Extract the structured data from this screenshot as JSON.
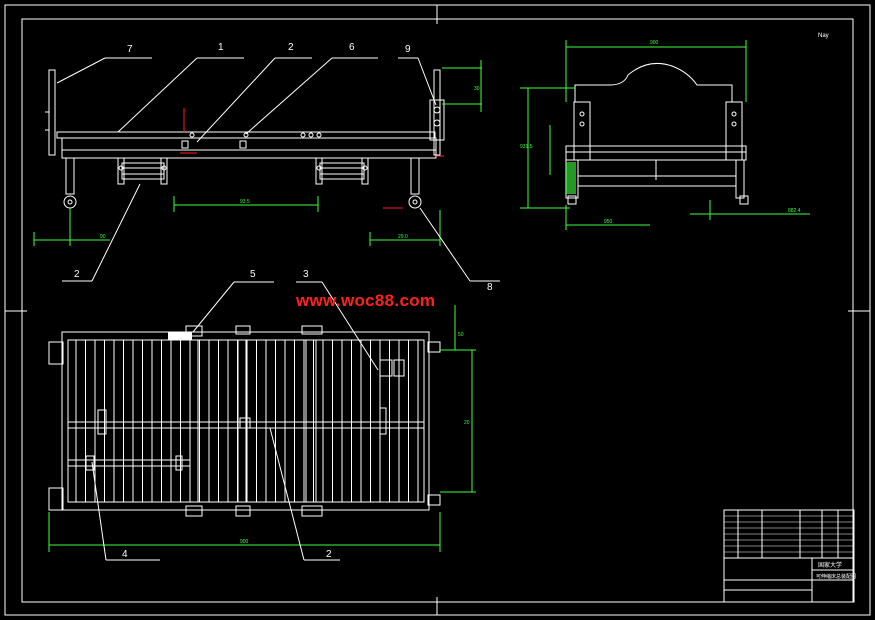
{
  "drawing": {
    "watermark": "www.woc88.com",
    "corner_mark": "Nay",
    "balloons": [
      "7",
      "1",
      "2",
      "6",
      "9",
      "2",
      "8",
      "5",
      "3",
      "4",
      "2"
    ],
    "dims": {
      "front_width": "93.5",
      "front_foot": "90",
      "front_right": "29.0",
      "front_h": "30",
      "side_top": "900",
      "side_height": "931.5",
      "side_base": "950",
      "side_foot": "882.4",
      "plan_width": "900",
      "plan_depth": "20",
      "plan_right": "50"
    },
    "title_block": {
      "company": "国家大学",
      "drawing_name": "可伸缩床总装配图"
    }
  },
  "colors": {
    "background": "#000000",
    "line": "#ffffff",
    "dimension": "#3cff3c",
    "watermark": "#ff2020",
    "accent": "#ff2020"
  }
}
